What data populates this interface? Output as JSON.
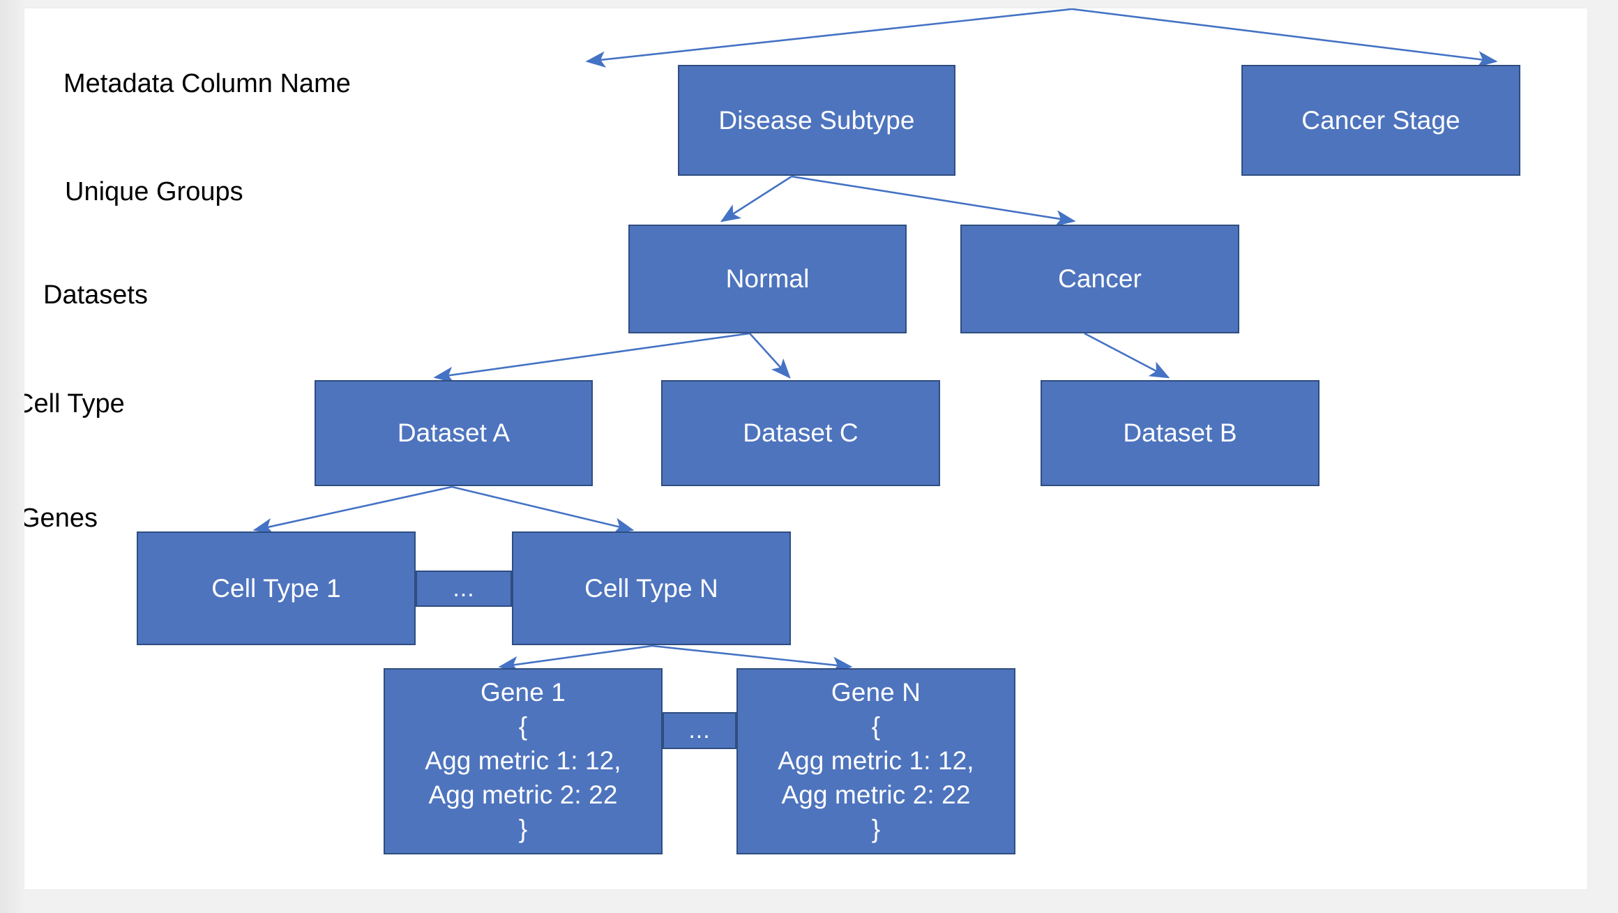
{
  "canvas": {
    "background_color": "#FFFFFF",
    "matte_color": "#ECECEC"
  },
  "theme": {
    "node_fill": "#4E74BE",
    "node_border": "#2F4D7F",
    "node_text": "#FFFFFF",
    "edge_color": "#4472C4",
    "label_text": "#000000"
  },
  "row_labels": [
    {
      "id": "metadata-column-name",
      "text": "Metadata Column Name"
    },
    {
      "id": "unique-groups",
      "text": "Unique Groups"
    },
    {
      "id": "datasets",
      "text": "Datasets"
    },
    {
      "id": "cell-type",
      "text": "Cell Type"
    },
    {
      "id": "genes",
      "text": "Genes"
    }
  ],
  "nodes": {
    "disease_subtype": {
      "label": "Disease Subtype"
    },
    "cancer_stage": {
      "label": "Cancer Stage"
    },
    "normal": {
      "label": "Normal"
    },
    "cancer": {
      "label": "Cancer"
    },
    "dataset_a": {
      "label": "Dataset A"
    },
    "dataset_c": {
      "label": "Dataset C"
    },
    "dataset_b": {
      "label": "Dataset B"
    },
    "cell_type_1": {
      "label": "Cell Type 1"
    },
    "cell_type_ellipsis": {
      "label": "..."
    },
    "cell_type_n": {
      "label": "Cell Type N"
    },
    "gene_1": {
      "label": "Gene 1\n{\nAgg metric 1: 12,\nAgg metric 2: 22\n}"
    },
    "gene_ellipsis": {
      "label": "..."
    },
    "gene_n": {
      "label": "Gene N\n{\nAgg metric 1: 12,\nAgg metric 2: 22\n}"
    }
  },
  "gene_detail": {
    "metric_1_name": "Agg metric 1",
    "metric_1_value": "12",
    "metric_2_name": "Agg metric 2",
    "metric_2_value": "22",
    "open_brace": "{",
    "close_brace": "}"
  },
  "edges": [
    {
      "from": "root",
      "to": "disease_subtype"
    },
    {
      "from": "root",
      "to": "cancer_stage"
    },
    {
      "from": "disease_subtype",
      "to": "normal"
    },
    {
      "from": "disease_subtype",
      "to": "cancer"
    },
    {
      "from": "normal",
      "to": "dataset_a"
    },
    {
      "from": "normal",
      "to": "dataset_c"
    },
    {
      "from": "cancer",
      "to": "dataset_b"
    },
    {
      "from": "dataset_a",
      "to": "cell_type_1"
    },
    {
      "from": "dataset_a",
      "to": "cell_type_n"
    },
    {
      "from": "cell_type_n",
      "to": "gene_1"
    },
    {
      "from": "cell_type_n",
      "to": "gene_n"
    }
  ]
}
